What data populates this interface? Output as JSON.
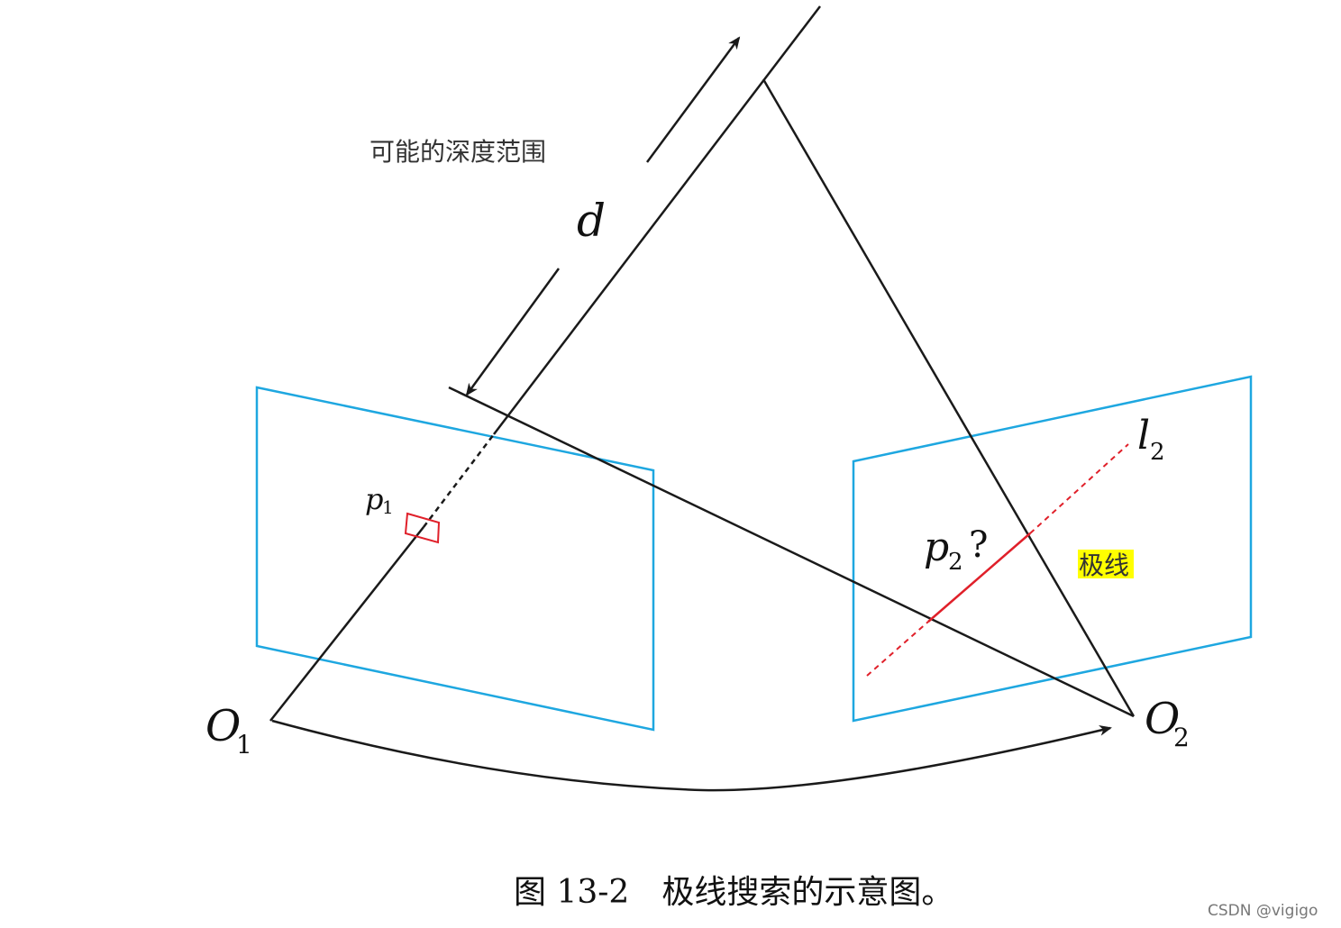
{
  "diagram": {
    "label_depth_range": "可能的深度范围",
    "label_d": "d",
    "label_p1_main": "p",
    "label_p1_sub": "1",
    "label_p2_main": "p",
    "label_p2_sub": "2",
    "label_p2_question": "?",
    "label_l2_main": "l",
    "label_l2_sub": "2",
    "label_epipolar_line": "极线",
    "label_o1_main": "O",
    "label_o1_sub": "1",
    "label_o2_main": "O",
    "label_o2_sub": "2"
  },
  "caption": {
    "text": "图 13-2　极线搜索的示意图。"
  },
  "watermark": {
    "text": "CSDN @vigigo"
  },
  "colors": {
    "image_plane": "#1ea7e0",
    "epipolar": "#e0202a",
    "ray": "#1a1a1a",
    "highlight": "#ffff00"
  }
}
